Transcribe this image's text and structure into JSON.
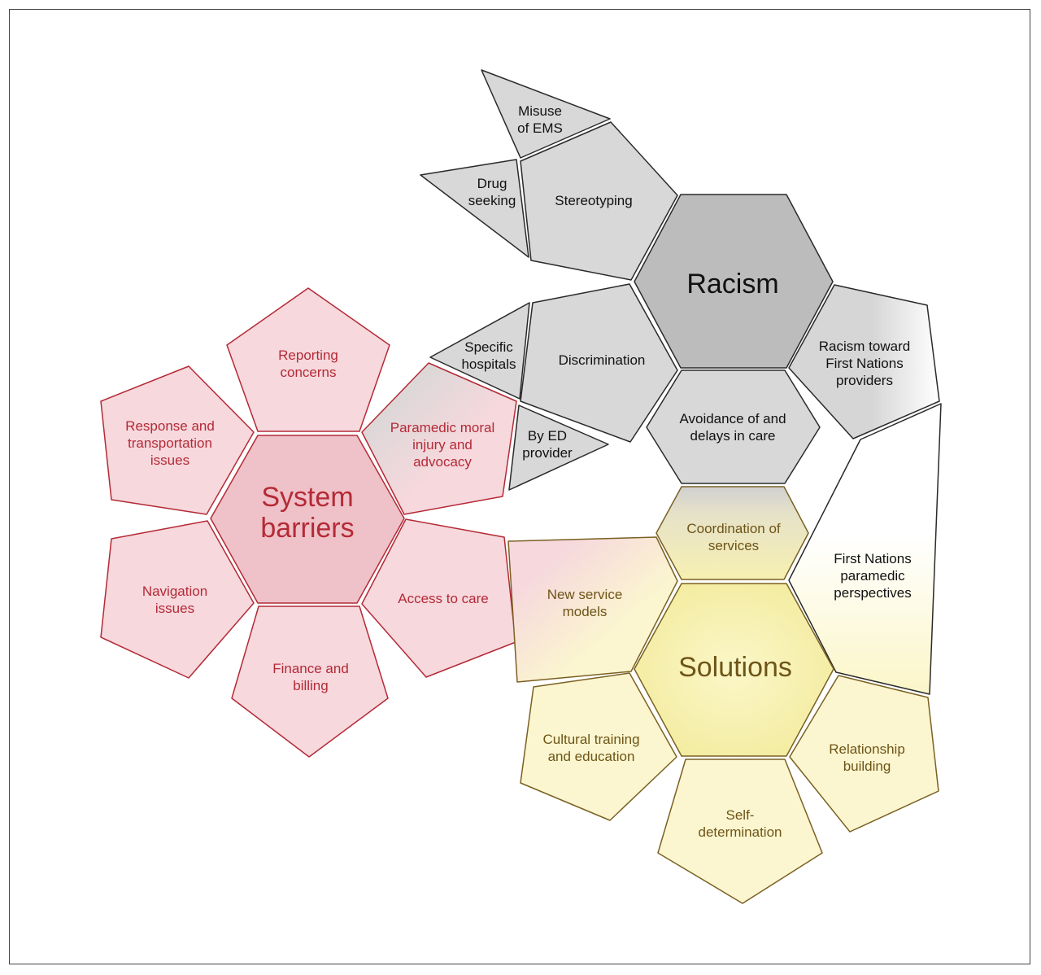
{
  "colors": {
    "racism_fill": "#d8d8d8",
    "racism_core": "#bcbcbc",
    "racism_stroke": "#2a2a2a",
    "barriers_fill": "#f6d8dd",
    "barriers_core": "#efc1c8",
    "barriers_stroke": "#b42a36",
    "solutions_fill": "#fbf6cf",
    "solutions_core": "#f7f0ad",
    "solutions_stroke": "#7a6123"
  },
  "racism": {
    "title": "Racism",
    "misuse": [
      "Misuse",
      "of EMS"
    ],
    "drug": [
      "Drug",
      "seeking"
    ],
    "stereotyping": [
      "Stereotyping"
    ],
    "specific_hospitals": [
      "Specific",
      "hospitals"
    ],
    "discrimination": [
      "Discrimination"
    ],
    "by_ed": [
      "By ED",
      "provider"
    ],
    "avoidance": [
      "Avoidance of and",
      "delays in care"
    ],
    "toward_first_nations": [
      "Racism toward",
      "First Nations",
      "providers"
    ],
    "paramedic_perspectives": [
      "First Nations",
      "paramedic",
      "perspectives"
    ]
  },
  "barriers": {
    "title": [
      "System",
      "barriers"
    ],
    "reporting": [
      "Reporting",
      "concerns"
    ],
    "response": [
      "Response and",
      "transportation",
      "issues"
    ],
    "moral_injury": [
      "Paramedic moral",
      "injury and",
      "advocacy"
    ],
    "navigation": [
      "Navigation",
      "issues"
    ],
    "access": [
      "Access to care"
    ],
    "finance": [
      "Finance and",
      "billing"
    ]
  },
  "solutions": {
    "title": "Solutions",
    "coordination": [
      "Coordination of",
      "services"
    ],
    "new_models": [
      "New service",
      "models"
    ],
    "cultural": [
      "Cultural training",
      "and education"
    ],
    "relationship": [
      "Relationship",
      "building"
    ],
    "self_determination": [
      "Self-",
      "determination"
    ]
  }
}
